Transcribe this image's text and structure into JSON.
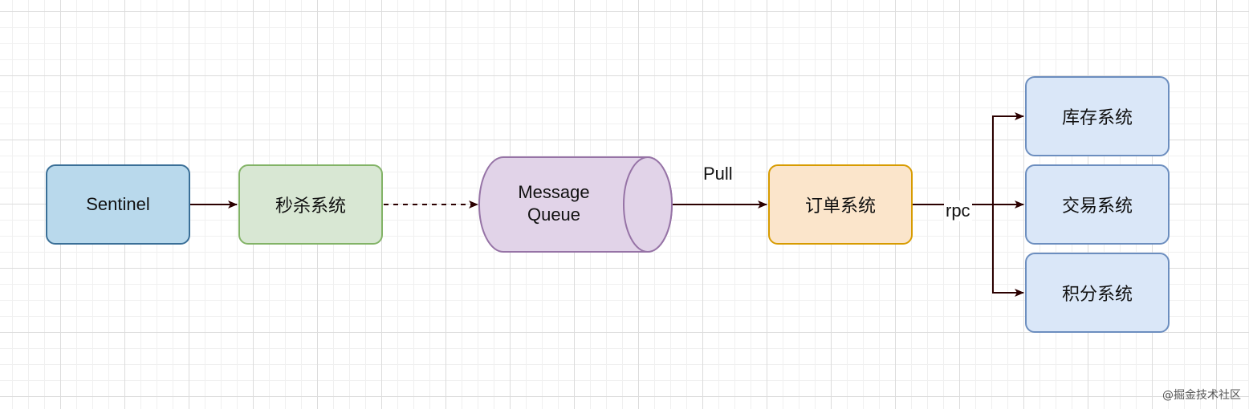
{
  "nodes": {
    "sentinel": "Sentinel",
    "seckill": "秒杀系统",
    "mq_line1": "Message",
    "mq_line2": "Queue",
    "order": "订单系统",
    "inventory": "库存系统",
    "trade": "交易系统",
    "points": "积分系统"
  },
  "edges": {
    "pull_label": "Pull",
    "rpc_label": "rpc"
  },
  "watermark": "@掘金技术社区",
  "colors": {
    "sentinel_fill": "#b9d9ec",
    "sentinel_stroke": "#3a6f97",
    "seckill_fill": "#d8e7d3",
    "seckill_stroke": "#82b366",
    "mq_fill": "#e1d3e8",
    "mq_stroke": "#9673a6",
    "order_fill": "#fbe5cb",
    "order_stroke": "#d79b00",
    "system_fill": "#dae7f8",
    "system_stroke": "#6c8ebf",
    "arrow": "#2b0000"
  }
}
